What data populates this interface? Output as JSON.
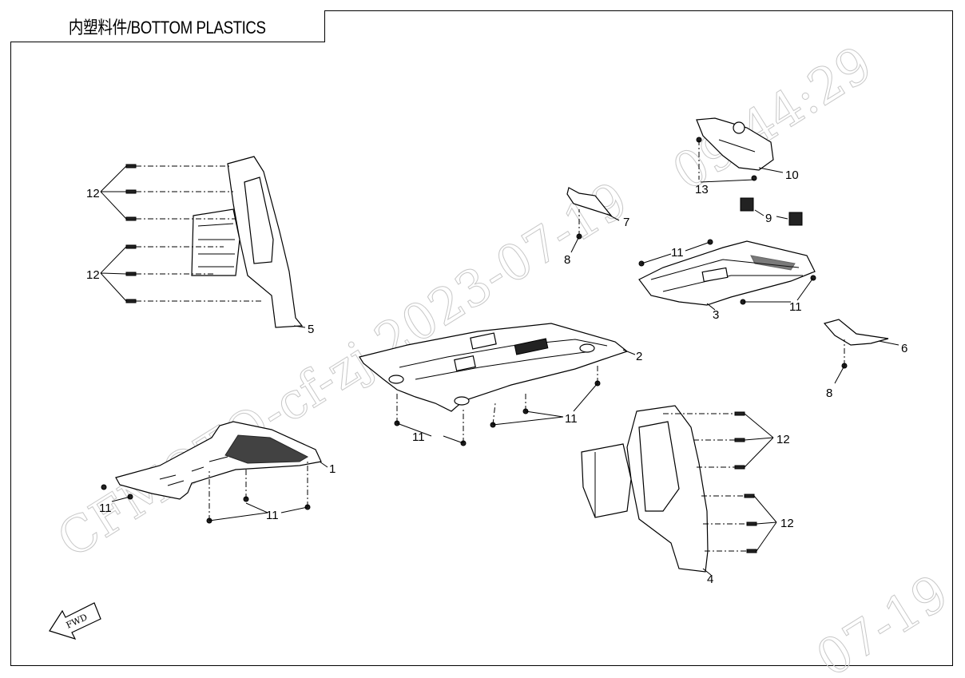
{
  "title": "内塑料件/BOTTOM PLASTICS",
  "watermark": {
    "lines": [
      "CFMOTO-cf-zj 2023-07-19",
      "09:44:29",
      "07-19"
    ]
  },
  "fwd_label": "FWD",
  "callouts": {
    "c1": "1",
    "c2": "2",
    "c3": "3",
    "c4": "4",
    "c5": "5",
    "c6": "6",
    "c7": "7",
    "c8a": "8",
    "c8b": "8",
    "c9": "9",
    "c10": "10",
    "c13": "13",
    "c11a": "11",
    "c11b": "11",
    "c11c": "11",
    "c11d": "11",
    "c11e": "11",
    "c11f": "11",
    "c12a": "12",
    "c12b": "12",
    "c12c": "12",
    "c12d": "12"
  },
  "colors": {
    "ink": "#000000",
    "watermark": "#c8c8c8",
    "background": "#ffffff"
  }
}
